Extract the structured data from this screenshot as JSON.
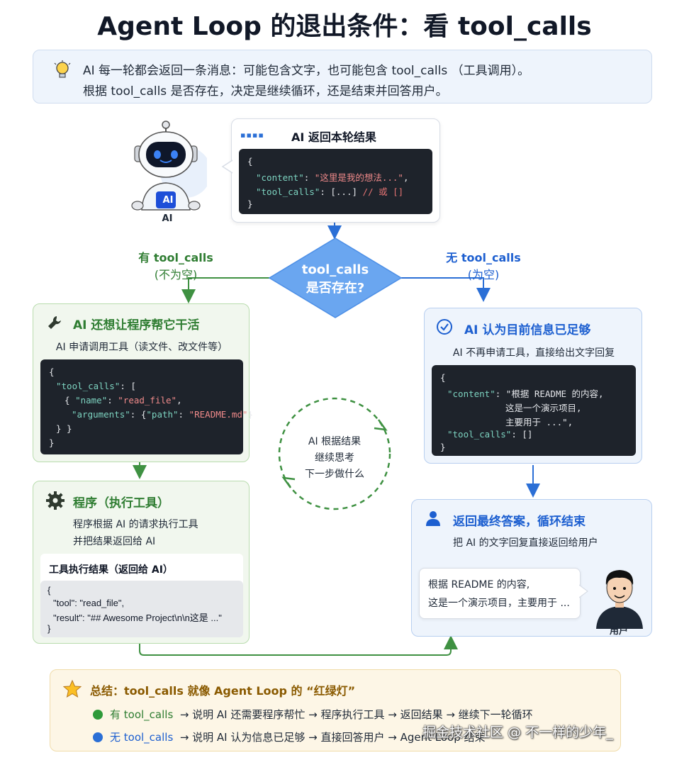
{
  "title": "Agent Loop 的退出条件：看 tool_calls",
  "intro": {
    "line1": "AI 每一轮都会返回一条消息：可能包含文字，也可能包含 tool_calls （工具调用）。",
    "line2": "根据 tool_calls 是否存在，决定是继续循环，还是结束并回答用户。"
  },
  "robot": {
    "badge": "AI",
    "caption": "AI"
  },
  "ai_result": {
    "header": "AI 返回本轮结果",
    "code": {
      "open": "{",
      "content_key": "\"content\"",
      "content_val": "\"这里是我的想法...\"",
      "tool_key": "\"tool_calls\"",
      "tool_val": "[...]",
      "tool_comment": "// 或 []",
      "close": "}"
    }
  },
  "decision": {
    "line1": "tool_calls",
    "line2": "是否存在?"
  },
  "branch_yes": {
    "label": "有 tool_calls",
    "paren": "(不为空)"
  },
  "branch_no": {
    "label": "无 tool_calls",
    "paren": "(为空)"
  },
  "tool_request": {
    "header": "AI 还想让程序帮它干活",
    "sub": "AI 申请调用工具（读文件、改文件等）",
    "code": {
      "l1": "{",
      "l2k": "\"tool_calls\"",
      "l2r": ": [",
      "l3a": "{",
      "l3k": "\"name\"",
      "l3v": "\"read_file\"",
      "l4k": "\"arguments\"",
      "l4b": "{",
      "l4pk": "\"path\"",
      "l4pv": "\"README.md\"",
      "l4e": "}",
      "l5": "} }",
      "l6": "}"
    }
  },
  "program": {
    "header": "程序（执行工具）",
    "sub1": "程序根据 AI 的请求执行工具",
    "sub2": "并把结果返回给 AI",
    "result_title": "工具执行结果（返回给 AI）",
    "result": {
      "l1": "{",
      "l2": "\"tool\": \"read_file\",",
      "l3": "\"result\": \"## Awesome Project\\n\\n这是 ...\"",
      "l4": "}"
    }
  },
  "loop": {
    "line1": "AI 根据结果",
    "line2": "继续思考",
    "line3": "下一步做什么"
  },
  "enough": {
    "header": "AI 认为目前信息已足够",
    "sub": "AI 不再申请工具，直接给出文字回复",
    "code": {
      "l1": "{",
      "l2k": "\"content\"",
      "l2v": "\"根据 README 的内容,",
      "l3": "这是一个演示项目,",
      "l4": "主要用于 ...\",",
      "l5k": "\"tool_calls\"",
      "l5v": "[]",
      "l6": "}"
    }
  },
  "final": {
    "header": "返回最终答案，循环结束",
    "sub": "把 AI 的文字回复直接返回给用户",
    "bubble1": "根据 README 的内容,",
    "bubble2": "这是一个演示项目，主要用于 ...",
    "user": "用户"
  },
  "summary": {
    "title": "总结：tool_calls 就像 Agent Loop 的 “红绿灯”",
    "yes_kw": "有 tool_calls",
    "yes_rest": "→  说明 AI 还需要程序帮忙  →  程序执行工具  →  返回结果  →  继续下一轮循环",
    "no_kw": "无 tool_calls",
    "no_rest": "→  说明 AI 认为信息已足够  →  直接回答用户  →  Agent Loop 结束"
  },
  "watermark": "掘金技术社区 @ 不一样的少年_",
  "colors": {
    "green": "#2f7d32",
    "blue": "#1d5fd0",
    "diamond": "#6aa6f0",
    "code_bg": "#1e232b"
  },
  "icons": [
    "lightbulb-icon",
    "wrench-icon",
    "gear-icon",
    "check-circle-icon",
    "person-icon",
    "star-icon"
  ]
}
